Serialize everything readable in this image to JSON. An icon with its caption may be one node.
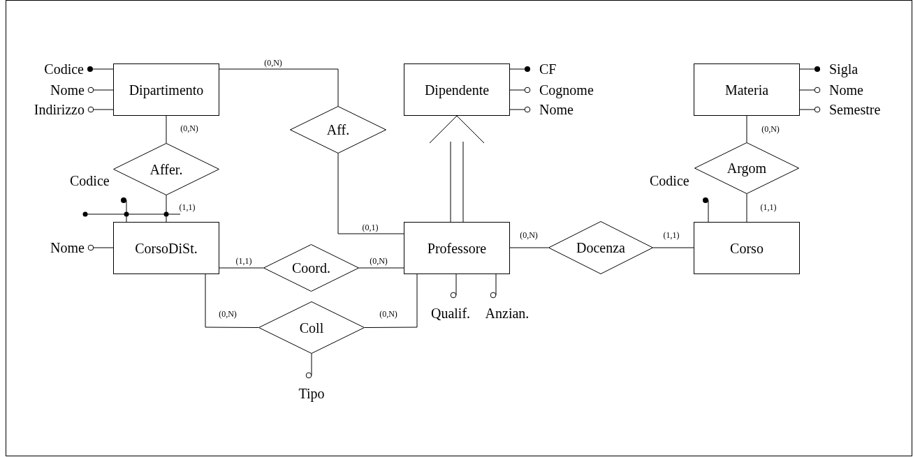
{
  "diagram": {
    "nodes": [
      {
        "text": [
          "Codice"
        ]
      },
      {
        "text": [
          "Nome"
        ]
      },
      {
        "text": [
          "Indirizzo"
        ]
      },
      {
        "text": [
          "Dipartimento"
        ]
      },
      {
        "text": [
          "Dipendente"
        ]
      },
      {
        "text": [
          "CF"
        ]
      },
      {
        "text": [
          "Cognome"
        ]
      },
      {
        "text": [
          "Nome"
        ]
      },
      {
        "text": [
          "Materia"
        ]
      },
      {
        "text": [
          "Sigla"
        ]
      },
      {
        "text": [
          "Nome"
        ]
      },
      {
        "text": [
          "Semestre"
        ]
      },
      {
        "text": [
          "Aff."
        ]
      },
      {
        "text": [
          "Affer."
        ]
      },
      {
        "text": [
          "Argom"
        ]
      },
      {
        "text": [
          "Codice"
        ]
      },
      {
        "text": [
          "Codice"
        ]
      },
      {
        "text": [
          "Nome"
        ]
      },
      {
        "text": [
          "CorsoDiSt."
        ]
      },
      {
        "text": [
          "Coord."
        ]
      },
      {
        "text": [
          "Professore"
        ]
      },
      {
        "text": [
          "Docenza"
        ]
      },
      {
        "text": [
          "Corso"
        ]
      },
      {
        "text": [
          "Qualif."
        ]
      },
      {
        "text": [
          "Anzian."
        ]
      },
      {
        "text": [
          "Coll"
        ]
      },
      {
        "text": [
          "Tipo"
        ]
      }
    ],
    "edges": [
      {
        "from": 3,
        "to": 0,
        "arrow": "other"
      },
      {
        "from": 3,
        "to": 1,
        "arrow": "other"
      },
      {
        "from": 3,
        "to": 2,
        "arrow": "other"
      },
      {
        "from": 4,
        "to": 5,
        "arrow": "other"
      },
      {
        "from": 4,
        "to": 6,
        "arrow": "other"
      },
      {
        "from": 4,
        "to": 7,
        "arrow": "other"
      },
      {
        "from": 8,
        "to": 9,
        "arrow": "other"
      },
      {
        "from": 8,
        "to": 10,
        "arrow": "other"
      },
      {
        "from": 8,
        "to": 11,
        "arrow": "other"
      },
      {
        "from": 3,
        "to": 12,
        "arrow": "none",
        "label": "(0,N)"
      },
      {
        "from": 3,
        "to": 13,
        "arrow": "none",
        "label": "(0,N)"
      },
      {
        "from": 8,
        "to": 14,
        "arrow": "none",
        "label": "(0,N)"
      },
      {
        "from": 13,
        "to": 18,
        "arrow": "none",
        "label": "(1,1)"
      },
      {
        "from": 12,
        "to": 20,
        "arrow": "none",
        "label": "(0,1)"
      },
      {
        "from": 14,
        "to": 22,
        "arrow": "none",
        "label": "(1,1)"
      },
      {
        "from": 18,
        "to": 15,
        "arrow": "other"
      },
      {
        "from": 22,
        "to": 16,
        "arrow": "other"
      },
      {
        "from": 18,
        "to": 17,
        "arrow": "other"
      },
      {
        "from": 18,
        "to": 19,
        "arrow": "none",
        "label": "(1,1)"
      },
      {
        "from": 19,
        "to": 20,
        "arrow": "none",
        "label": "(0,N)"
      },
      {
        "from": 20,
        "to": 21,
        "arrow": "none",
        "label": "(0,N)"
      },
      {
        "from": 21,
        "to": 22,
        "arrow": "none",
        "label": "(1,1)"
      },
      {
        "from": 18,
        "to": 25,
        "arrow": "none",
        "label": "(0,N)"
      },
      {
        "from": 25,
        "to": 20,
        "arrow": "none",
        "label": "(0,N)"
      },
      {
        "from": 20,
        "to": 23,
        "arrow": "other"
      },
      {
        "from": 20,
        "to": 24,
        "arrow": "other"
      },
      {
        "from": 25,
        "to": 26,
        "arrow": "other"
      },
      {
        "from": 20,
        "to": 4,
        "arrow": "to"
      }
    ]
  }
}
